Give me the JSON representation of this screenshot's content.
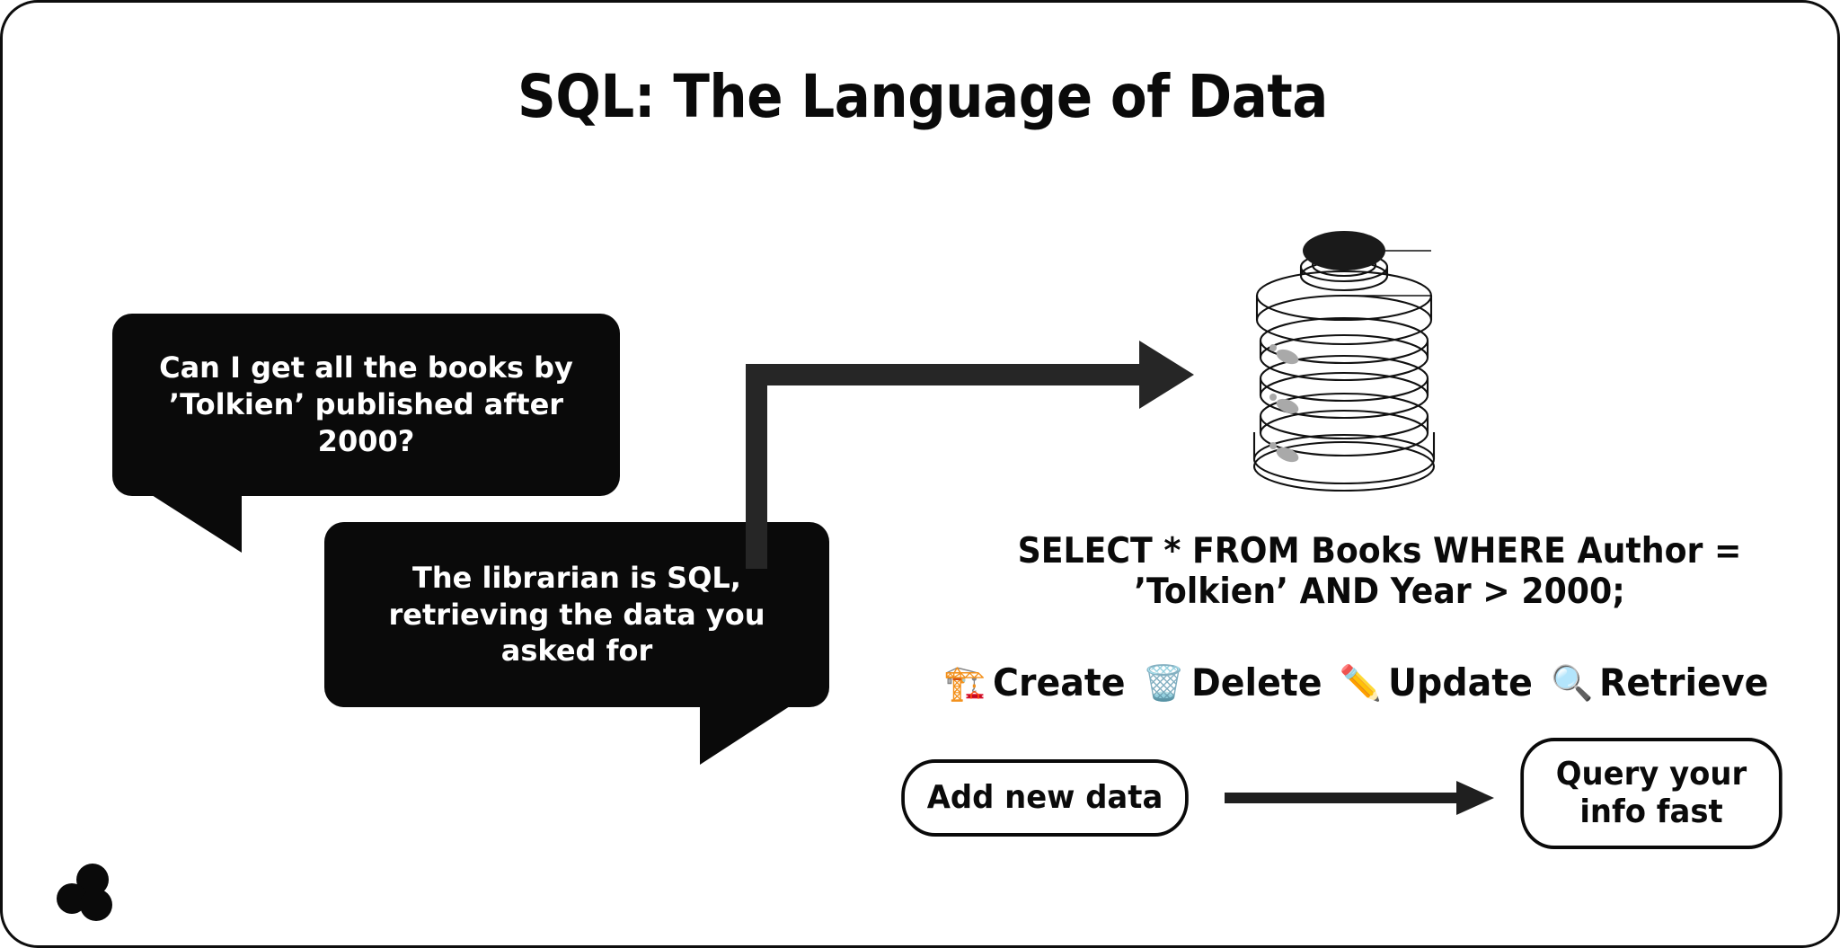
{
  "page": {
    "title": "SQL: The Language of Data",
    "background_color": "#ffffff",
    "ink_color": "#0a0a0a",
    "border_color": "#0d0d0d"
  },
  "bubbles": {
    "question": {
      "text": "Can I get all the books by\n’Tolkien’ published after\n2000?",
      "background_color": "#0a0a0a",
      "text_color": "#ffffff",
      "tail_side": "bottom-left"
    },
    "answer": {
      "text": "The librarian is SQL,\nretrieving the data you\nasked for",
      "background_color": "#0a0a0a",
      "text_color": "#ffffff",
      "tail_side": "bottom-right"
    }
  },
  "database": {
    "icon_name": "database-stack-illustration",
    "layers": 4,
    "cap_color": "#1a1a1a",
    "line_color": "#111111"
  },
  "flow_arrow": {
    "icon_name": "elbow-arrow-right",
    "color": "#262626",
    "from": "answer-bubble",
    "to": "database"
  },
  "sql": {
    "query": "SELECT * FROM Books WHERE Author =\n’Tolkien’ AND Year > 2000;"
  },
  "crud": {
    "items": [
      {
        "emoji": "🏗️",
        "emoji_name": "building-construction-icon",
        "label": "Create"
      },
      {
        "emoji": "🗑️",
        "emoji_name": "wastebasket-icon",
        "label": "Delete"
      },
      {
        "emoji": "✏️",
        "emoji_name": "pencil-icon",
        "label": "Update"
      },
      {
        "emoji": "🔍",
        "emoji_name": "magnifying-glass-icon",
        "label": "Retrieve"
      }
    ]
  },
  "pills": {
    "add": {
      "label": "Add new data"
    },
    "query": {
      "label": "Query your\ninfo fast"
    },
    "connector": {
      "icon_name": "arrow-right-icon",
      "color": "#1f1f1f"
    }
  },
  "logo": {
    "icon_name": "three-dot-cluster-logo",
    "color": "#0a0a0a",
    "dots": 3
  }
}
